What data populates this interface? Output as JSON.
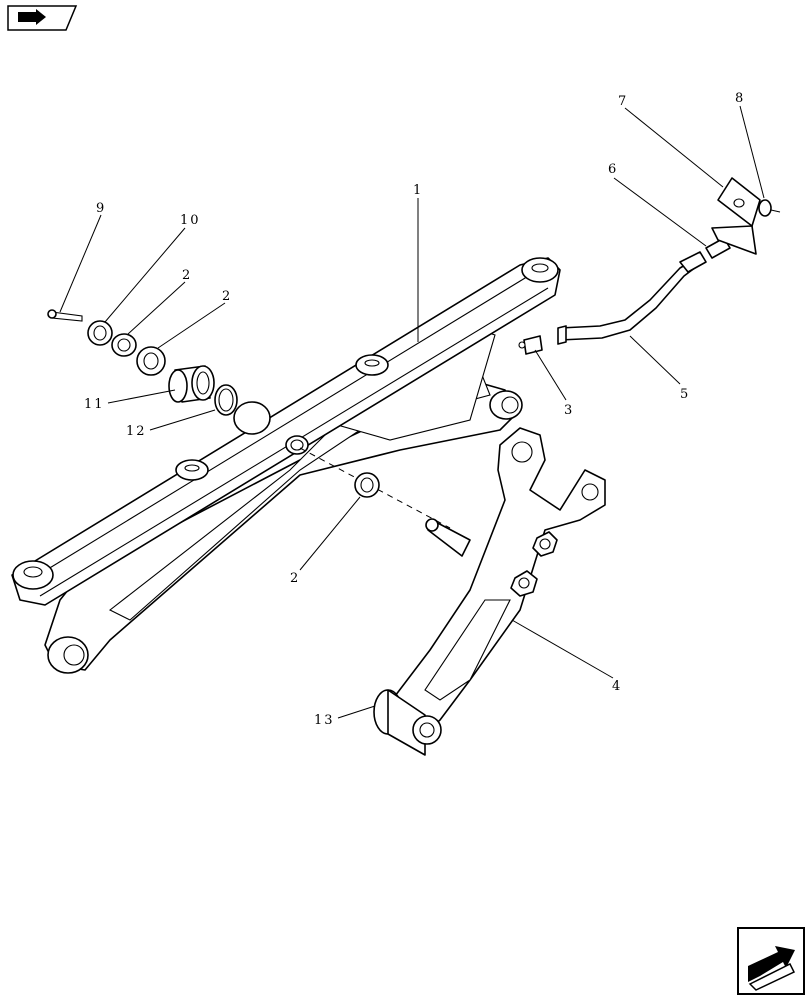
{
  "navigation": {
    "top_left_icon": "book-arrow-icon",
    "bottom_right_icon": "next-page-arrow-icon"
  },
  "callouts": {
    "c1": "1",
    "c2a": "2",
    "c2b": "2",
    "c2c": "2",
    "c3": "3",
    "c4": "4",
    "c5": "5",
    "c6": "6",
    "c7": "7",
    "c8": "8",
    "c9": "9",
    "c10": "10",
    "c11": "11",
    "c12": "12",
    "c13": "13"
  }
}
